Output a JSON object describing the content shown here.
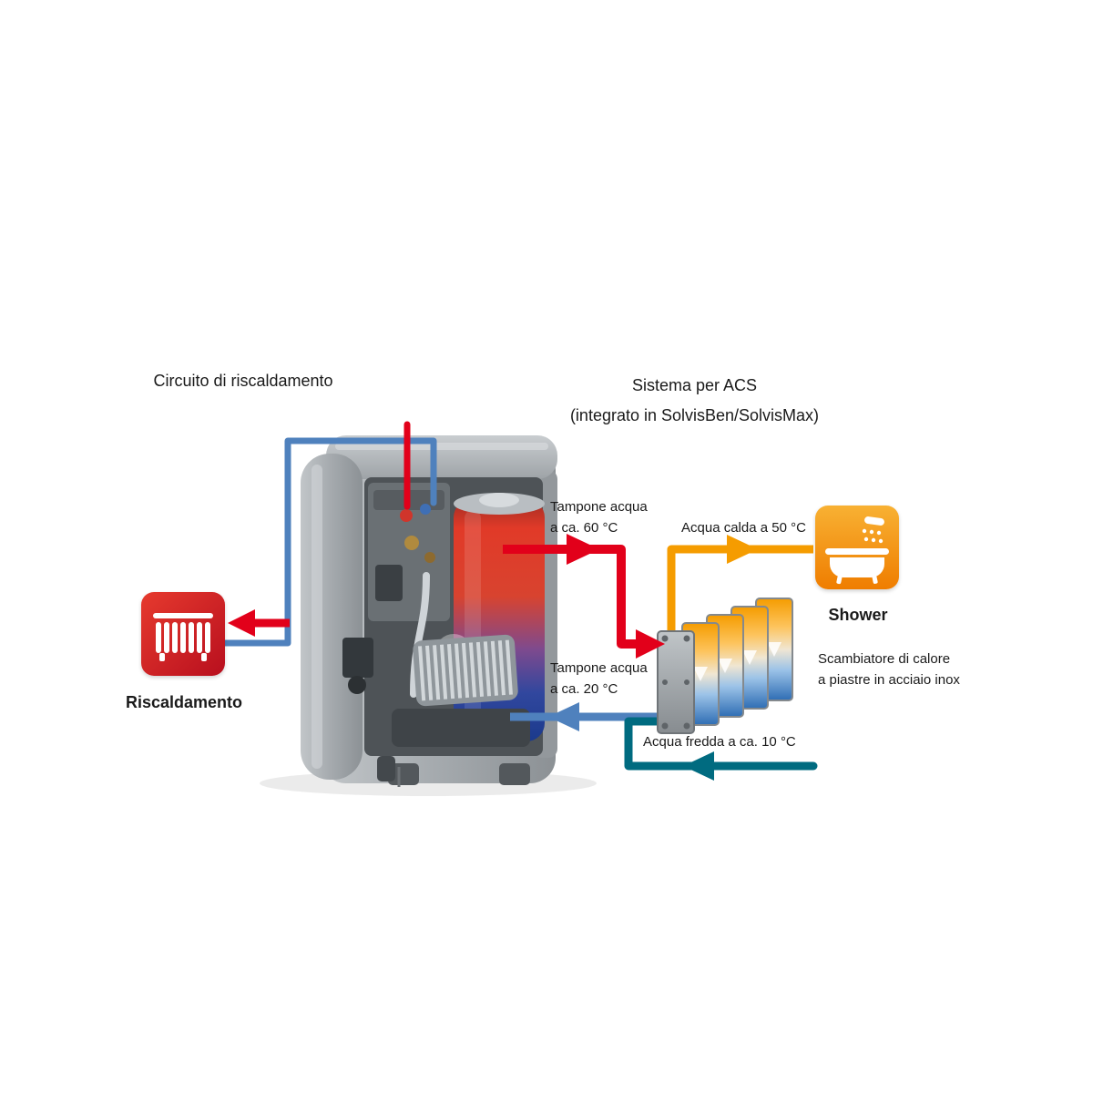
{
  "titles": {
    "left": "Circuito di riscaldamento",
    "right_line1": "Sistema per ACS",
    "right_line2": "(integrato in SolvisBen/SolvisMax)"
  },
  "components": {
    "radiator_label": "Riscaldamento",
    "shower_label": "Shower",
    "exchanger_label": "Scambiatore di calore\na piastre in acciaio inox"
  },
  "flows": {
    "buffer_hot": {
      "label": "Tampone acqua\na ca. 60 °C",
      "color": "#e2001a"
    },
    "hot_water": {
      "label": "Acqua calda a 50 °C",
      "color": "#f59c00"
    },
    "buffer_return": {
      "label": "Tampone acqua\na ca. 20 °C",
      "color": "#4f81bd"
    },
    "cold_water": {
      "label": "Acqua fredda a ca. 10 °C",
      "color": "#006b80"
    }
  },
  "colors": {
    "hot_red": "#e2001a",
    "warm_orange": "#f59c00",
    "cool_blue": "#4f81bd",
    "cold_teal": "#006b80",
    "radiator_red": "#c8102e",
    "shower_orange": "#f18a00",
    "tank_hot_top": "#e13a28",
    "tank_cold_bottom": "#1b3a8c"
  }
}
